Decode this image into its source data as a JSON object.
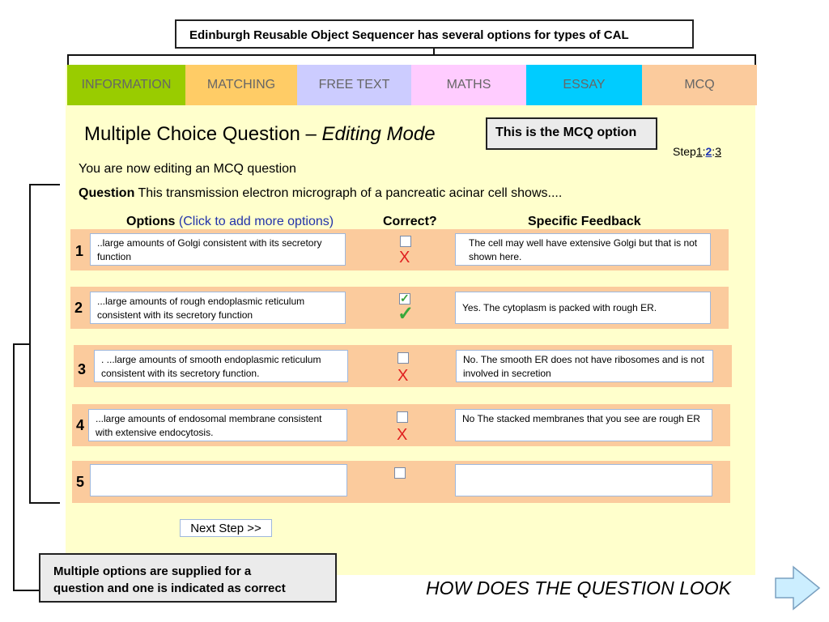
{
  "callouts": {
    "top": "Edinburgh Reusable Object Sequencer has several options for types of CAL",
    "mcq": "This is the MCQ option",
    "bottom_line1": "Multiple options are supplied for a",
    "bottom_line2": "question and one is indicated as correct"
  },
  "tabs": [
    {
      "label": "INFORMATION",
      "color": "#99cc00"
    },
    {
      "label": "MATCHING",
      "color": "#ffcc66"
    },
    {
      "label": "FREE TEXT",
      "color": "#ccccff"
    },
    {
      "label": "MATHS",
      "color": "#ffccff"
    },
    {
      "label": "ESSAY",
      "color": "#00ccff"
    },
    {
      "label": "MCQ",
      "color": "#fbcb9d"
    }
  ],
  "editor": {
    "title_plain": "Multiple Choice Question – ",
    "title_italic": "Editing Mode",
    "steps_prefix": "Step",
    "step1": "1",
    "step2": "2",
    "step3": "3",
    "sep": ":",
    "intro": "You are now editing an MCQ question",
    "question_label": "Question",
    "question_text": " This transmission electron micrograph of a pancreatic acinar cell shows....",
    "headers": {
      "options": "Options",
      "add_more": "(Click to add more options)",
      "correct": "Correct?",
      "feedback": "Specific Feedback"
    },
    "next_button": "Next Step >>"
  },
  "options": [
    {
      "number": "1",
      "text": "..large amounts of Golgi consistent with its secretory function",
      "correct": false,
      "mark": "X",
      "feedback": "The cell may well have extensive Golgi but that is not shown here."
    },
    {
      "number": "2",
      "text": "...large amounts of rough endoplasmic reticulum consistent with its secretory function",
      "correct": true,
      "mark": "✓",
      "feedback": "Yes. The cytoplasm is packed with rough ER."
    },
    {
      "number": "3",
      "text": ". ...large amounts of smooth endoplasmic reticulum consistent with its secretory function.",
      "correct": false,
      "mark": "X",
      "feedback": "No. The smooth ER does not have ribosomes and is not involved in secretion"
    },
    {
      "number": "4",
      "text": "...large amounts of endosomal membrane consistent with extensive endocytosis.",
      "correct": false,
      "mark": "X",
      "feedback": "No The stacked membranes that you see are rough ER"
    },
    {
      "number": "5",
      "text": "",
      "correct": false,
      "mark": "",
      "feedback": ""
    }
  ],
  "footer": {
    "how_does": "HOW DOES THE QUESTION LOOK"
  },
  "icons": {
    "next_arrow": "arrow-right-icon",
    "checkbox_tick": "checkmark-icon",
    "wrong_mark": "cross-icon"
  }
}
